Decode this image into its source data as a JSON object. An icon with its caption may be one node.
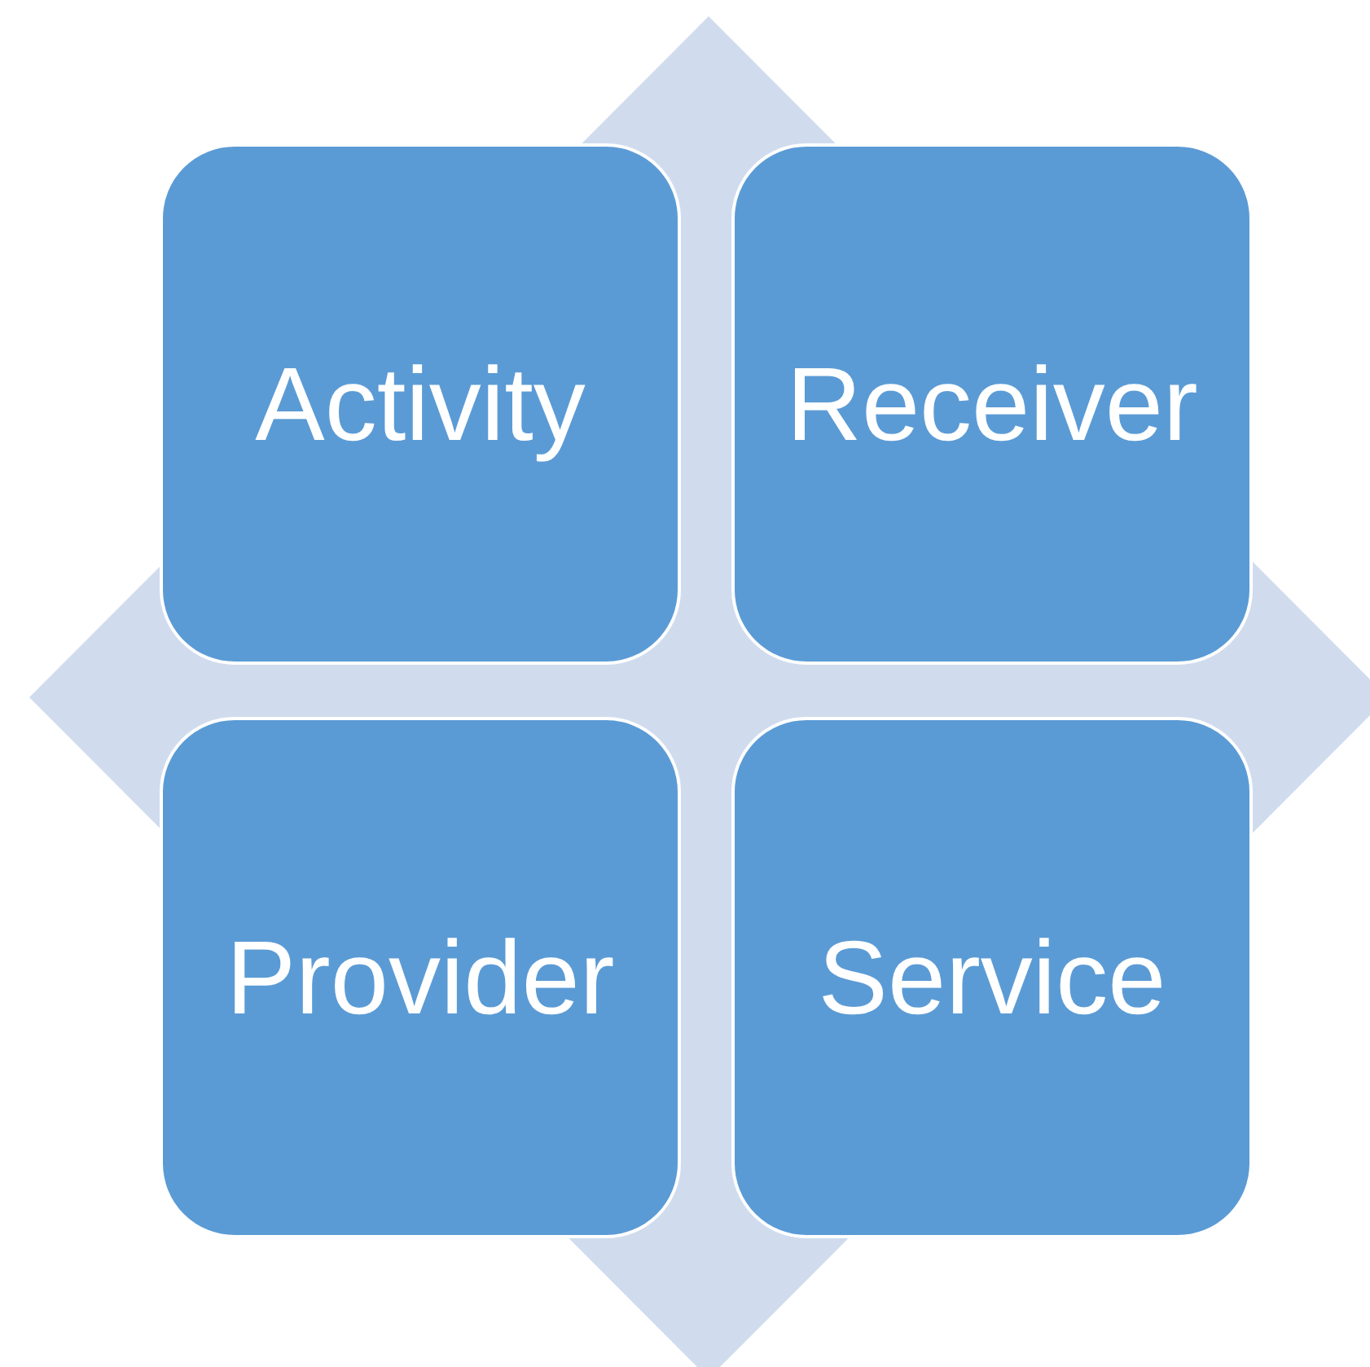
{
  "diagram": {
    "nodes": [
      {
        "text": [
          "Activity"
        ]
      },
      {
        "text": [
          "Receiver"
        ]
      },
      {
        "text": [
          "Provider"
        ]
      },
      {
        "text": [
          "Service"
        ]
      }
    ]
  }
}
